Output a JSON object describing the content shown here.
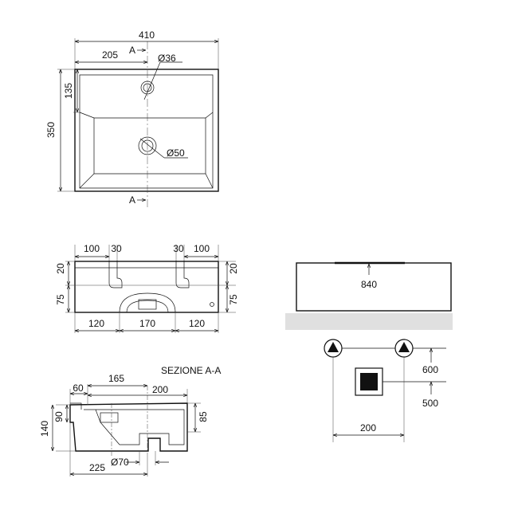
{
  "colors": {
    "line": "#111111",
    "wall": "#e0e0e0",
    "fill": "#ffffff",
    "valve": "#111111"
  },
  "top_view": {
    "width": "410",
    "half_width": "205",
    "tap_hole": "Ø36",
    "drain": "Ø50",
    "deck_depth": "135",
    "total_depth": "350",
    "section_mark_top": "A",
    "section_mark_bottom": "A"
  },
  "front_view": {
    "dim_left_100": "100",
    "dim_left_30": "30",
    "dim_right_30": "30",
    "dim_right_100": "100",
    "dim_top_left_20": "20",
    "dim_top_right_20": "20",
    "dim_left_75": "75",
    "dim_right_75": "75",
    "dim_bottom_left_120": "120",
    "dim_bottom_mid_170": "170",
    "dim_bottom_right_120": "120"
  },
  "section_view": {
    "title": "SEZIONE A-A",
    "dim_60": "60",
    "dim_165": "165",
    "dim_200": "200",
    "dim_90": "90",
    "dim_140": "140",
    "dim_85": "85",
    "dim_drain": "Ø70",
    "dim_225": "225"
  },
  "installation": {
    "counter_height": "840",
    "supply_height": "600",
    "waste_height": "500",
    "supply_spacing": "200",
    "icons": [
      "hot-supply-icon",
      "cold-supply-icon",
      "waste-box-icon"
    ]
  }
}
